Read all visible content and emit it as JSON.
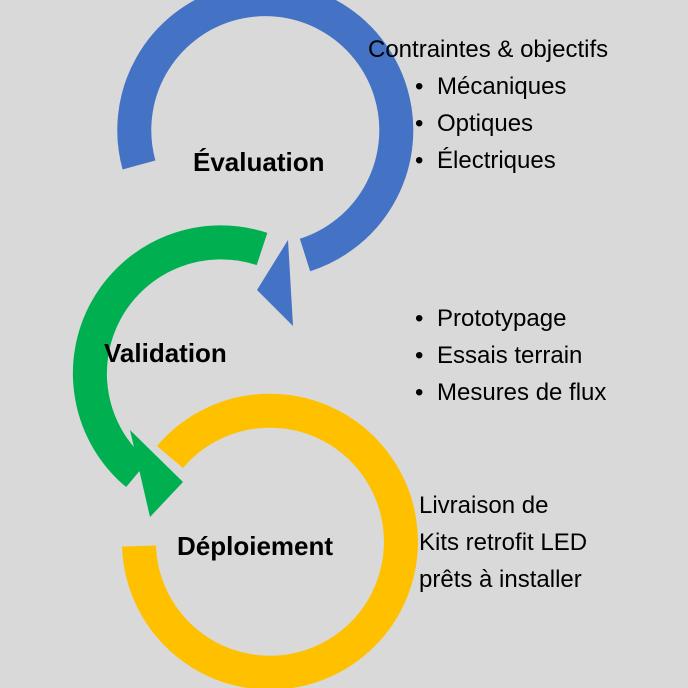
{
  "stages": [
    {
      "name": "Évaluation",
      "color": "#4472c4"
    },
    {
      "name": "Validation",
      "color": "#00b050"
    },
    {
      "name": "Déploiement",
      "color": "#ffc000"
    }
  ],
  "notes": {
    "evaluation": {
      "heading": "Contraintes & objectifs",
      "items": [
        "Mécaniques",
        "Optiques",
        "Électriques"
      ]
    },
    "validation": {
      "items": [
        "Prototypage",
        "Essais terrain",
        "Mesures de flux"
      ]
    },
    "deploiement": {
      "lines": [
        "Livraison de",
        "Kits retrofit LED",
        "prêts à installer"
      ]
    }
  }
}
